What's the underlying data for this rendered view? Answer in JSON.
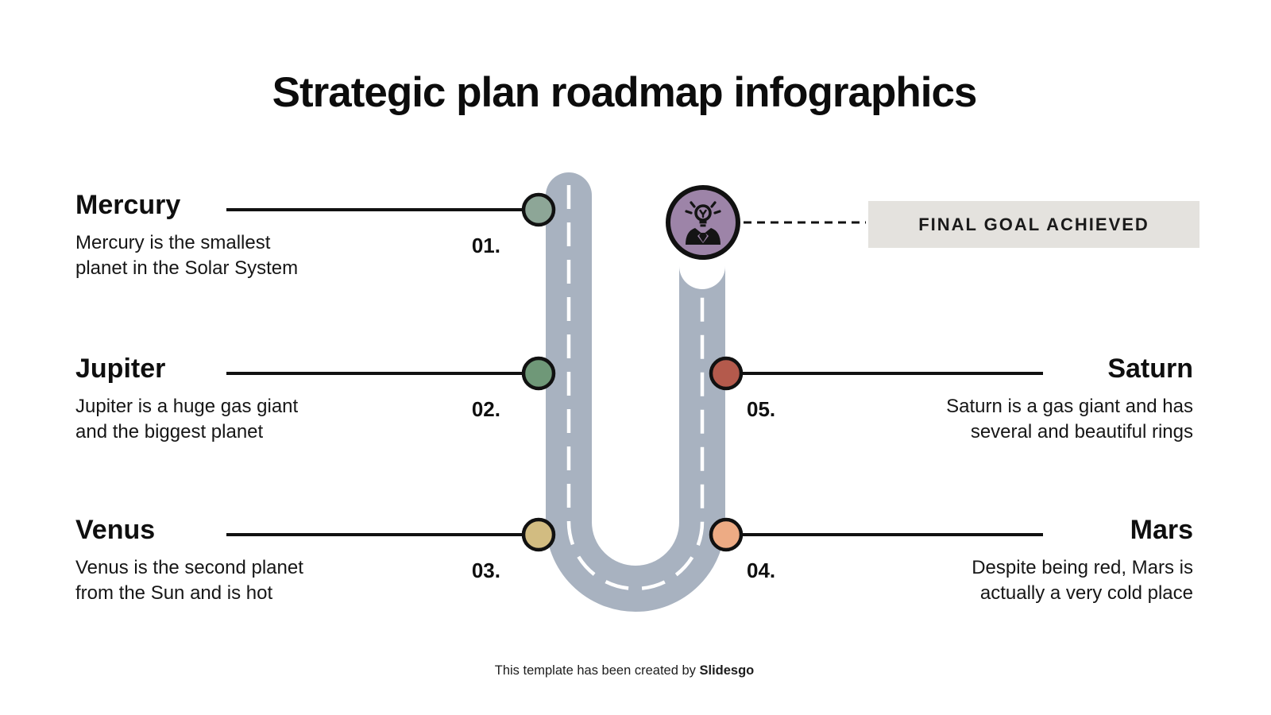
{
  "title": "Strategic plan roadmap infographics",
  "road": {
    "color": "#a8b2c0",
    "dash_color": "#ffffff",
    "stroke_black": "#111111"
  },
  "goal": {
    "label": "FINAL GOAL ACHIEVED",
    "badge_color": "#9d84a8",
    "box_bg": "#e4e2de",
    "icon": "idea-person-icon"
  },
  "items": [
    {
      "id": "mercury",
      "name": "Mercury",
      "number": "01.",
      "color": "#8da697",
      "desc": [
        "Mercury is the smallest",
        "planet in the Solar System"
      ]
    },
    {
      "id": "jupiter",
      "name": "Jupiter",
      "number": "02.",
      "color": "#6f9878",
      "desc": [
        "Jupiter is a huge gas giant",
        "and the biggest planet"
      ]
    },
    {
      "id": "venus",
      "name": "Venus",
      "number": "03.",
      "color": "#d2bc81",
      "desc": [
        "Venus is the second planet",
        "from the Sun and is hot"
      ]
    },
    {
      "id": "mars",
      "name": "Mars",
      "number": "04.",
      "color": "#edab84",
      "desc": [
        "Despite being red, Mars is",
        "actually a very cold place"
      ]
    },
    {
      "id": "saturn",
      "name": "Saturn",
      "number": "05.",
      "color": "#b45a4c",
      "desc": [
        "Saturn is a gas giant and has",
        "several and beautiful rings"
      ]
    }
  ],
  "footer": {
    "prefix": "This template has been created by ",
    "brand": "Slidesgo"
  }
}
